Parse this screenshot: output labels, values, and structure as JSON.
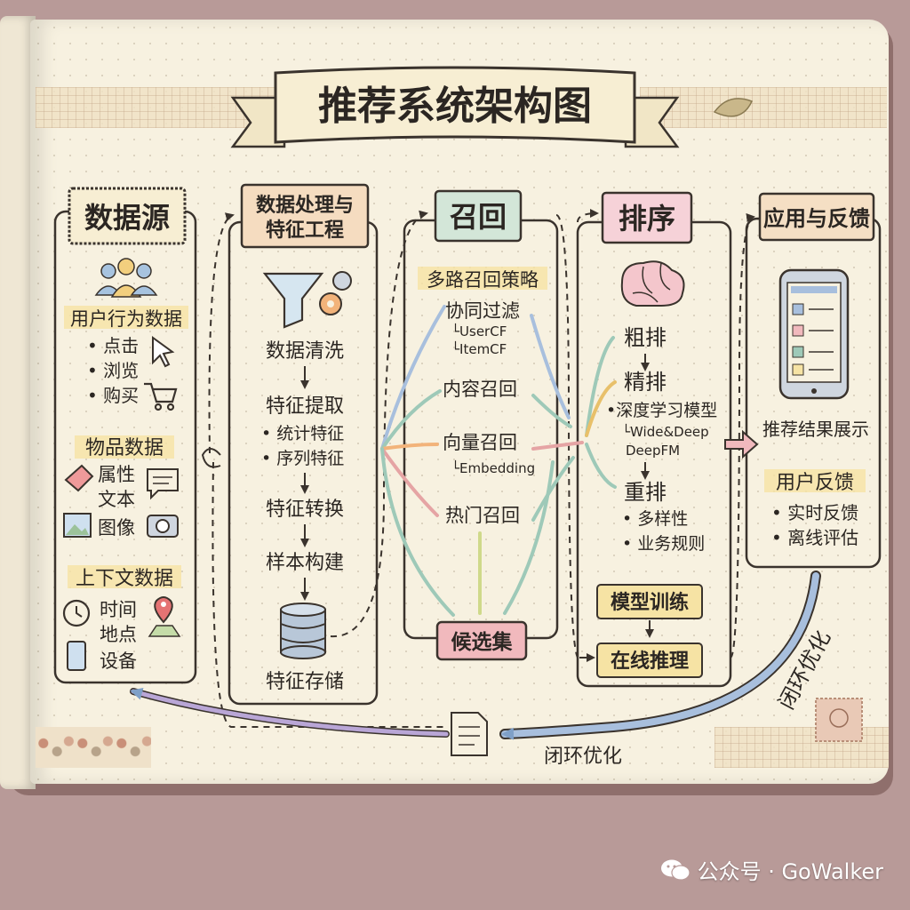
{
  "title": "推荐系统架构图",
  "columns": {
    "data_source": {
      "header": "数据源",
      "user_behavior": {
        "label": "用户行为数据",
        "items": [
          "点击",
          "浏览",
          "购买"
        ]
      },
      "item_data": {
        "label": "物品数据",
        "items": [
          "属性",
          "文本",
          "图像"
        ]
      },
      "context_data": {
        "label": "上下文数据",
        "items": [
          "时间",
          "地点",
          "设备"
        ]
      }
    },
    "processing": {
      "header_line1": "数据处理与",
      "header_line2": "特征工程",
      "cleaning": "数据清洗",
      "extraction": "特征提取",
      "extraction_items": [
        "统计特征",
        "序列特征"
      ],
      "transform": "特征转换",
      "sample": "样本构建",
      "storage": "特征存储"
    },
    "recall": {
      "header": "召回",
      "strategy": "多路召回策略",
      "collab": "协同过滤",
      "collab_items": [
        "UserCF",
        "ItemCF"
      ],
      "content": "内容召回",
      "vector": "向量召回",
      "vector_item": "Embedding",
      "hot": "热门召回",
      "candidates": "候选集"
    },
    "ranking": {
      "header": "排序",
      "coarse": "粗排",
      "fine": "精排",
      "deep": "深度学习模型",
      "deep_items": [
        "Wide&Deep",
        "DeepFM"
      ],
      "rerank": "重排",
      "rerank_items": [
        "多样性",
        "业务规则"
      ],
      "training": "模型训练",
      "inference": "在线推理"
    },
    "feedback": {
      "header": "应用与反馈",
      "display": "推荐结果展示",
      "user_feedback": "用户反馈",
      "feedback_items": [
        "实时反馈",
        "离线评估"
      ]
    }
  },
  "loop_label_right": "闭环优化",
  "loop_label_bottom": "闭环优化",
  "watermark": "公众号 · GoWalker",
  "colors": {
    "recall_header": "#d3e6d8",
    "ranking_header": "#f6d2d8",
    "feedback_header": "#f5dfc4",
    "candidates": "#f1b9bd",
    "highlight": "#f6e3a4",
    "loop_arrow": "#a8bfdd"
  }
}
